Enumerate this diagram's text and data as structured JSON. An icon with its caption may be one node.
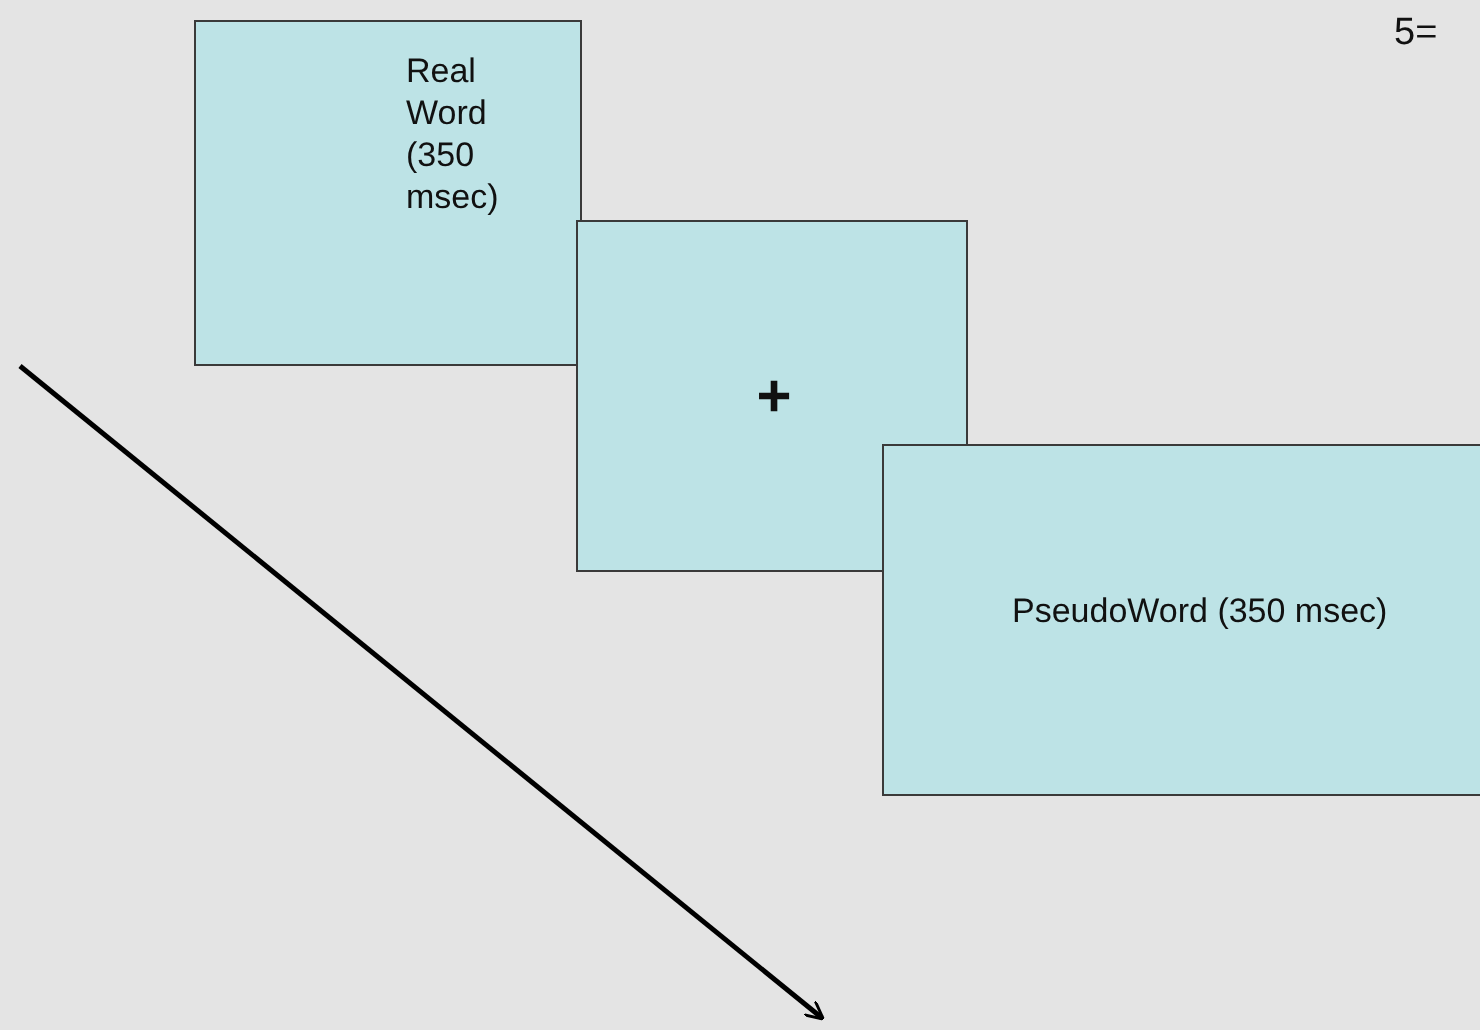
{
  "diagram": {
    "nodes": [
      {
        "text": [
          "Real Word (350 msec)"
        ]
      },
      {
        "text": [
          "+"
        ]
      },
      {
        "text": [
          "PseudoWord (350 msec)"
        ]
      }
    ],
    "labels": [
      "5="
    ]
  }
}
